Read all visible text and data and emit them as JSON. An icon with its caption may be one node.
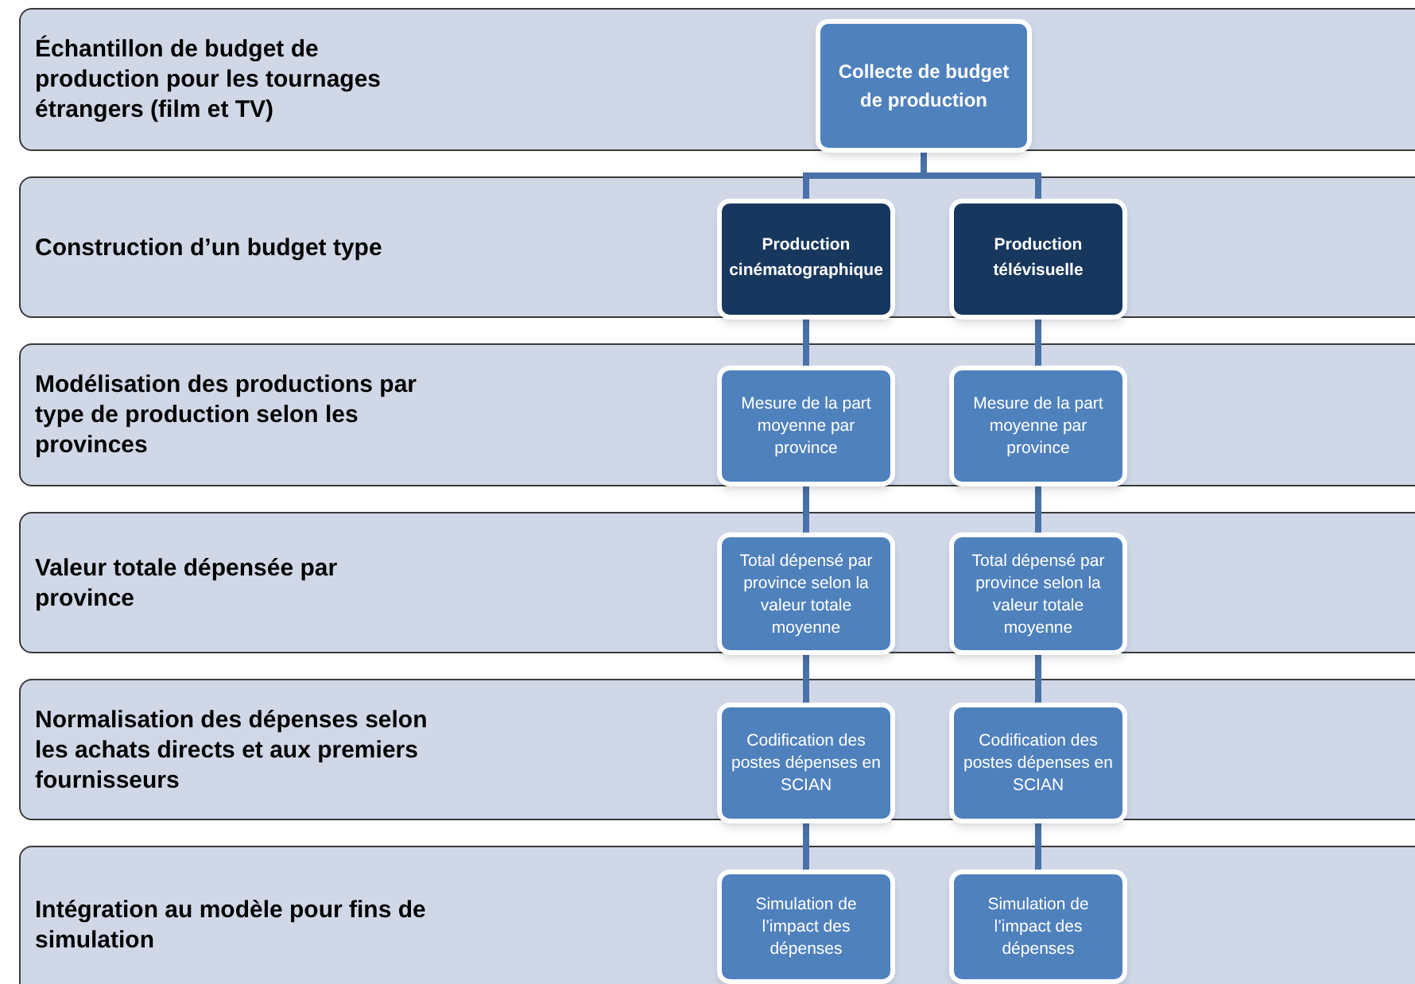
{
  "diagram": {
    "nodes": [
      {
        "text": [
          "Échantillon de budget de production pour les tournages étrangers (film et TV)"
        ]
      },
      {
        "text": [
          "Collecte de budget de production"
        ],
        "in": 0
      },
      {
        "text": [
          "Construction d’un budget type"
        ]
      },
      {
        "text": [
          "Production cinématographique"
        ],
        "in": 2
      },
      {
        "text": [
          "Production télévisuelle"
        ],
        "in": 2
      },
      {
        "text": [
          "Modélisation des productions par type de production selon les provinces"
        ]
      },
      {
        "text": [
          "Mesure de la part moyenne par province"
        ],
        "in": 5
      },
      {
        "text": [
          "Mesure de la part moyenne par province"
        ],
        "in": 5
      },
      {
        "text": [
          "Valeur totale dépensée par province"
        ]
      },
      {
        "text": [
          "Total dépensé par province selon la valeur totale moyenne"
        ],
        "in": 8
      },
      {
        "text": [
          "Total dépensé par province selon la valeur totale moyenne"
        ],
        "in": 8
      },
      {
        "text": [
          "Normalisation des dépenses selon les achats directs et aux premiers fournisseurs"
        ]
      },
      {
        "text": [
          "Codification des postes dépenses en SCIAN"
        ],
        "in": 11
      },
      {
        "text": [
          "Codification des postes dépenses en SCIAN"
        ],
        "in": 11
      },
      {
        "text": [
          "Intégration au modèle pour fins de simulation"
        ]
      },
      {
        "text": [
          "Simulation de l’impact des dépenses"
        ],
        "in": 14
      },
      {
        "text": [
          "Simulation de l’impact des dépenses"
        ],
        "in": 14
      }
    ],
    "edges": [
      {
        "from": 1,
        "to": 3,
        "arrow": "none"
      },
      {
        "from": 1,
        "to": 4,
        "arrow": "none"
      },
      {
        "from": 3,
        "to": 6,
        "arrow": "none"
      },
      {
        "from": 4,
        "to": 7,
        "arrow": "none"
      },
      {
        "from": 6,
        "to": 9,
        "arrow": "none"
      },
      {
        "from": 7,
        "to": 10,
        "arrow": "none"
      },
      {
        "from": 9,
        "to": 12,
        "arrow": "none"
      },
      {
        "from": 10,
        "to": 13,
        "arrow": "none"
      },
      {
        "from": 12,
        "to": 15,
        "arrow": "none"
      },
      {
        "from": 13,
        "to": 16,
        "arrow": "none"
      }
    ]
  }
}
